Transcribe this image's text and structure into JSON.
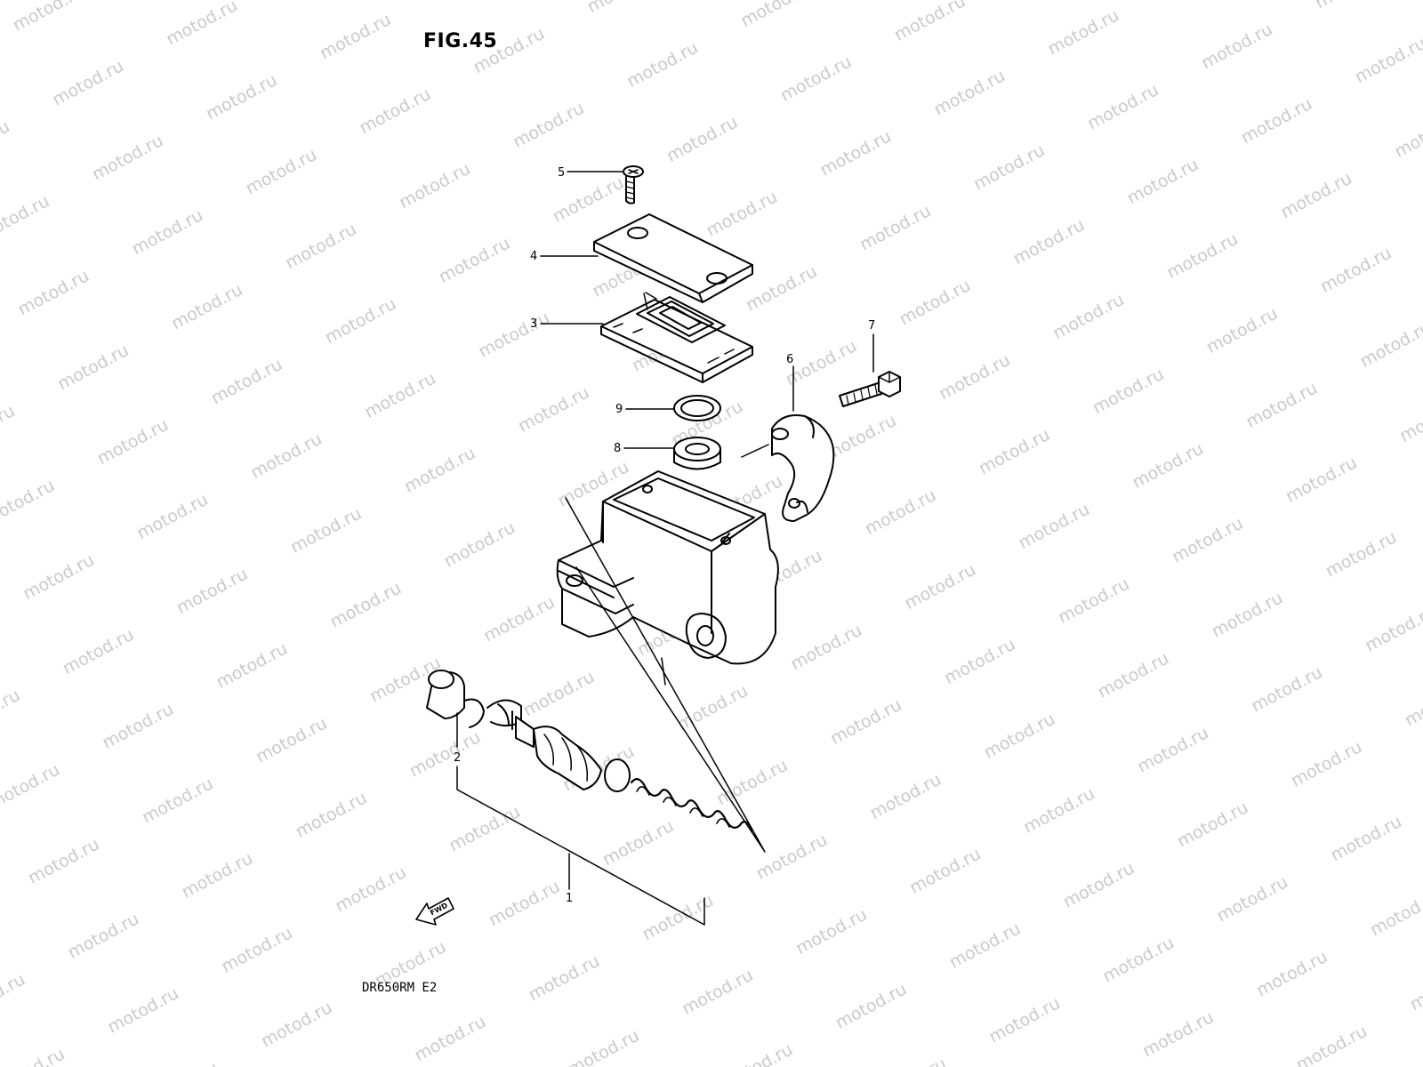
{
  "figure": {
    "title": "FIG.45",
    "model": "DR650RM  E2",
    "fwd_label": "FWD"
  },
  "watermark": {
    "text": "motod.ru",
    "color": "#c9c9c9"
  },
  "callouts": [
    {
      "number": "1",
      "part": "rear-master-cylinder-assy"
    },
    {
      "number": "2",
      "part": "piston-kit"
    },
    {
      "number": "3",
      "part": "reservoir-diaphragm"
    },
    {
      "number": "4",
      "part": "reservoir-cap"
    },
    {
      "number": "5",
      "part": "cap-screw"
    },
    {
      "number": "6",
      "part": "holder"
    },
    {
      "number": "7",
      "part": "holder-bolt"
    },
    {
      "number": "8",
      "part": "connector"
    },
    {
      "number": "9",
      "part": "o-ring"
    }
  ]
}
